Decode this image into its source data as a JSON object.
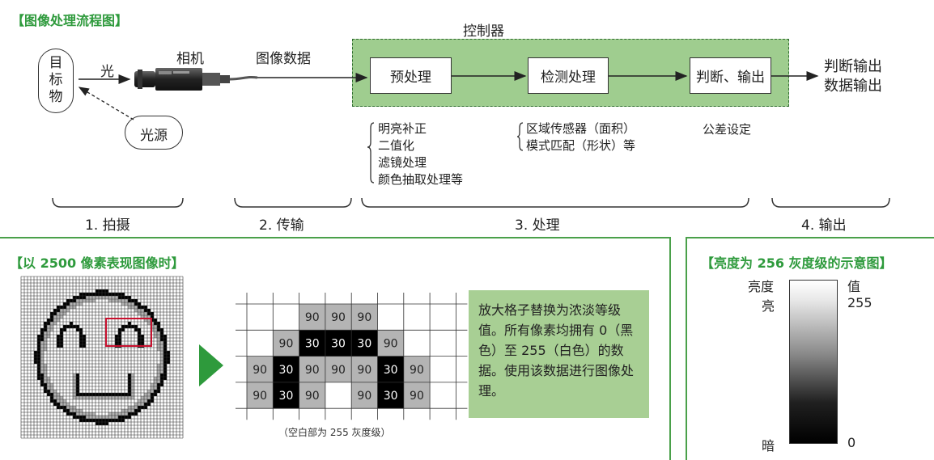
{
  "flow": {
    "title": "【图像处理流程图】",
    "target_label": "目\n标\n物",
    "light_label": "光",
    "camera_label": "相机",
    "image_data_label": "图像数据",
    "light_source_label": "光源",
    "controller_label": "控制器",
    "preprocess_label": "预处理",
    "detect_label": "检测处理",
    "judge_label": "判断、输出",
    "output_judge": "判断输出",
    "output_data": "数据输出",
    "pre_items": [
      "明亮补正",
      "二值化",
      "滤镜处理",
      "颜色抽取处理等"
    ],
    "detect_items": [
      "区域传感器（面积）",
      "模式匹配（形状）等"
    ],
    "judge_item": "公差设定",
    "steps": [
      "1. 拍摄",
      "2. 传输",
      "3. 处理",
      "4. 输出"
    ]
  },
  "pixels": {
    "title": "【以 2500 像素表现图像时】",
    "zoom_values": [
      [
        "",
        "",
        "90",
        "90",
        "90",
        "",
        "",
        ""
      ],
      [
        "",
        "90",
        "30",
        "30",
        "30",
        "90",
        "",
        ""
      ],
      [
        "90",
        "30",
        "90",
        "90",
        "90",
        "30",
        "90",
        ""
      ],
      [
        "90",
        "30",
        "90",
        "",
        "90",
        "30",
        "90",
        ""
      ]
    ],
    "caption": "（空白部为 255 灰度级）",
    "explain": "放大格子替换为浓淡等级值。所有像素均拥有 0（黑色）至 255（白色）的数据。使用该数据进行图像处理。"
  },
  "gray": {
    "title": "【亮度为 256 灰度级的示意图】",
    "left_top": "亮度",
    "left_bright": "亮",
    "left_dark": "暗",
    "right_top": "值",
    "right_max": "255",
    "right_min": "0"
  },
  "colors": {
    "accent_green": "#2e9a3c",
    "panel_fill": "#9fcd8f",
    "explain_fill": "#a8cf94",
    "cell_gray": "#b4b4b4",
    "cell_black": "#000000"
  }
}
